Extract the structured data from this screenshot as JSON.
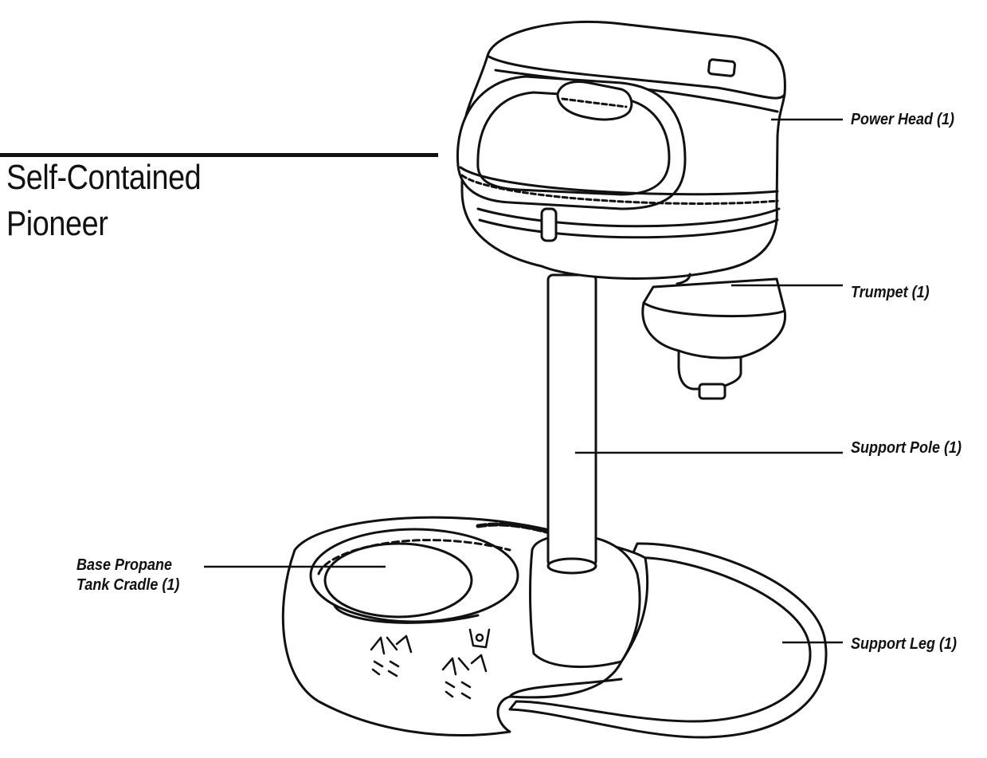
{
  "title": {
    "line1": "Self-Contained",
    "line2": "Pioneer"
  },
  "callouts": {
    "power_head": "Power Head (1)",
    "trumpet": "Trumpet (1)",
    "support_pole": "Support Pole (1)",
    "base_cradle_line1": "Base Propane",
    "base_cradle_line2": "Tank Cradle (1)",
    "support_leg": "Support Leg (1)"
  },
  "colors": {
    "ink": "#111111",
    "paper": "#ffffff"
  }
}
